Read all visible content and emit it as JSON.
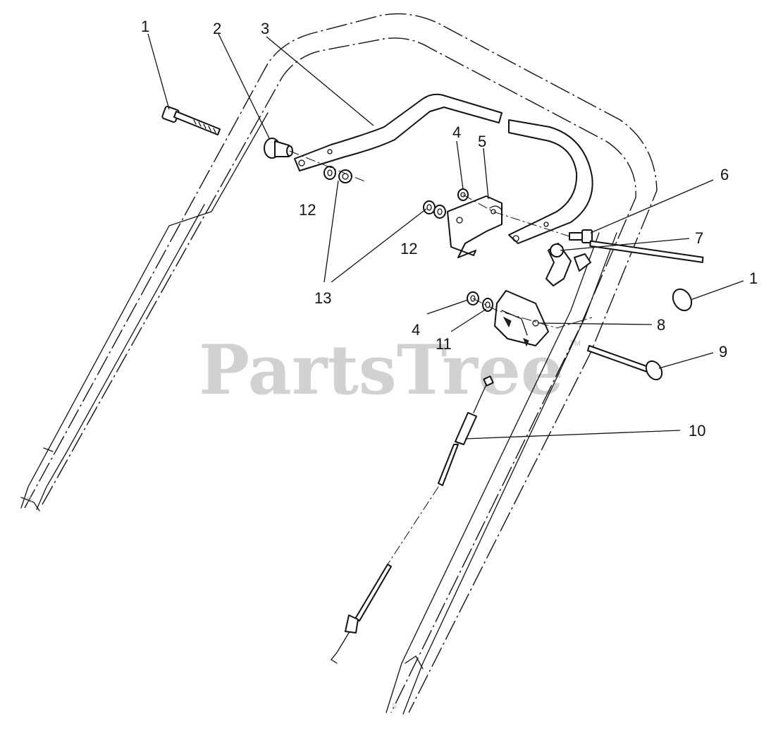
{
  "watermark": {
    "text": "PartsTree",
    "trademark": "TM"
  },
  "callouts": {
    "c1a": "1",
    "c2": "2",
    "c3": "3",
    "c4a": "4",
    "c5": "5",
    "c6": "6",
    "c7": "7",
    "c1b": "1",
    "c12a": "12",
    "c12b": "12",
    "c13": "13",
    "c4b": "4",
    "c11": "11",
    "c8": "8",
    "c9": "9",
    "c10": "10"
  }
}
